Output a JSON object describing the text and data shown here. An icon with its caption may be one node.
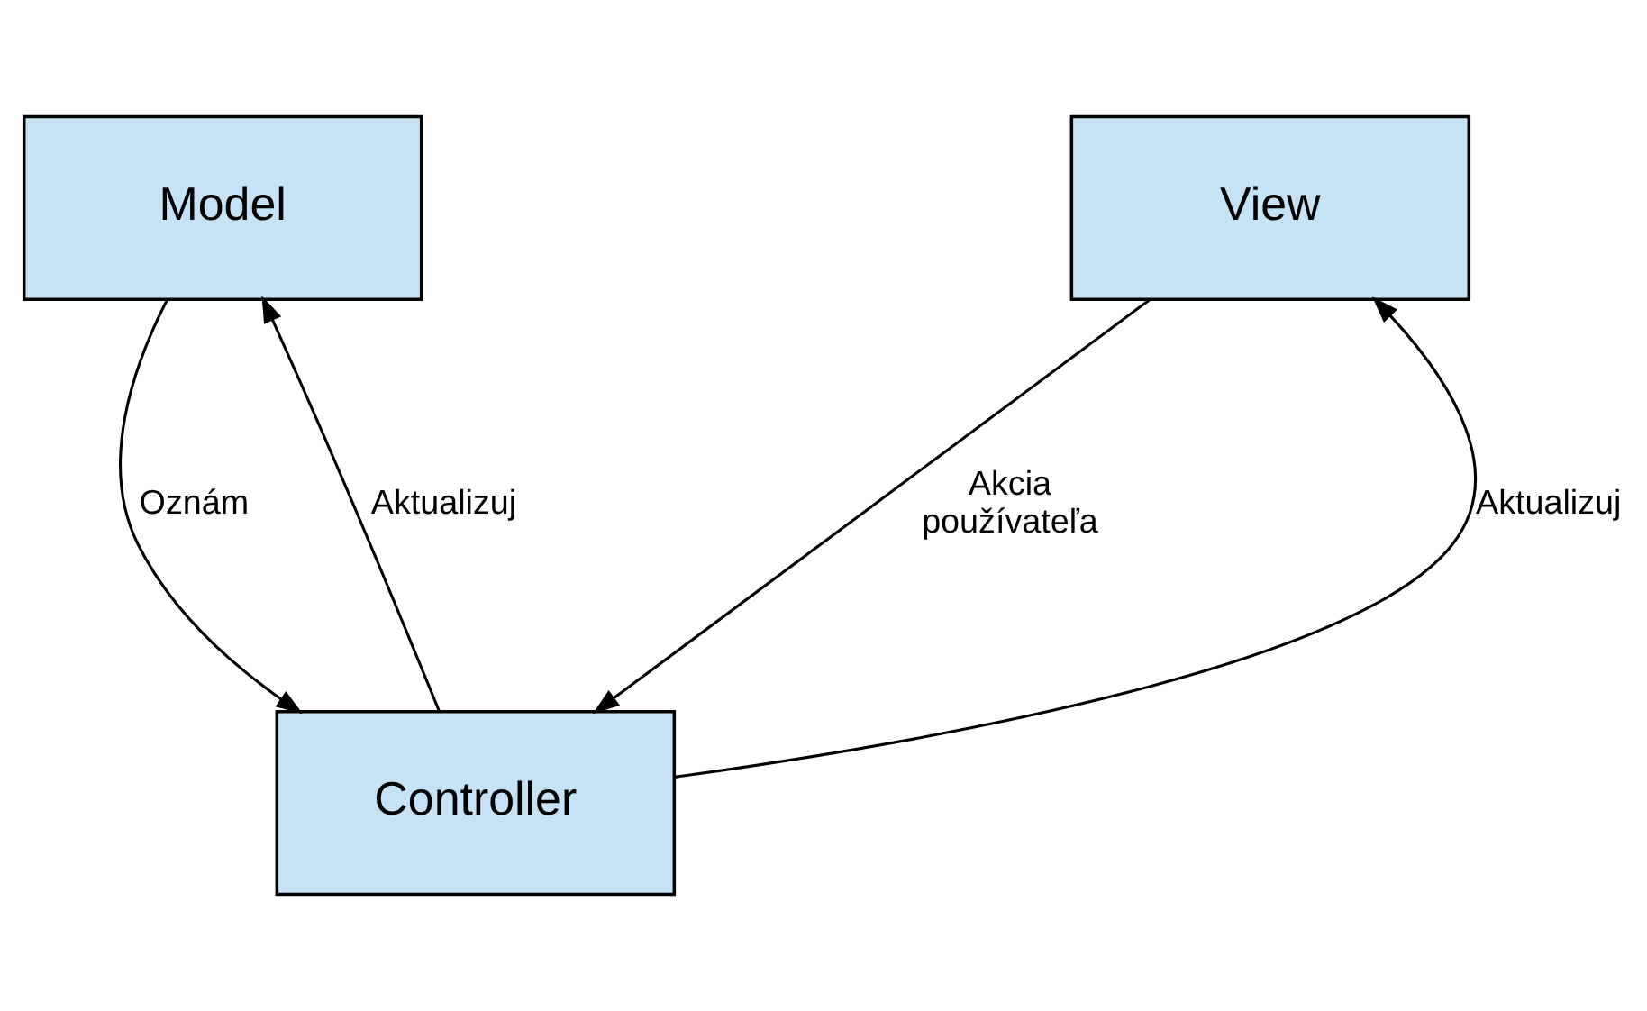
{
  "diagram": {
    "nodes": [
      {
        "text": [
          "Model"
        ]
      },
      {
        "text": [
          "View"
        ]
      },
      {
        "text": [
          "Controller"
        ]
      }
    ],
    "edges": [
      {
        "from": 0,
        "to": 2,
        "arrow": "to",
        "label": "Oznám"
      },
      {
        "from": 2,
        "to": 0,
        "arrow": "to",
        "label": "Aktualizuj"
      },
      {
        "from": 2,
        "to": 1,
        "arrow": "to",
        "label": "Aktualizuj"
      },
      {
        "from": 1,
        "to": 2,
        "arrow": "to",
        "label": "Akcia používateľa"
      }
    ]
  }
}
